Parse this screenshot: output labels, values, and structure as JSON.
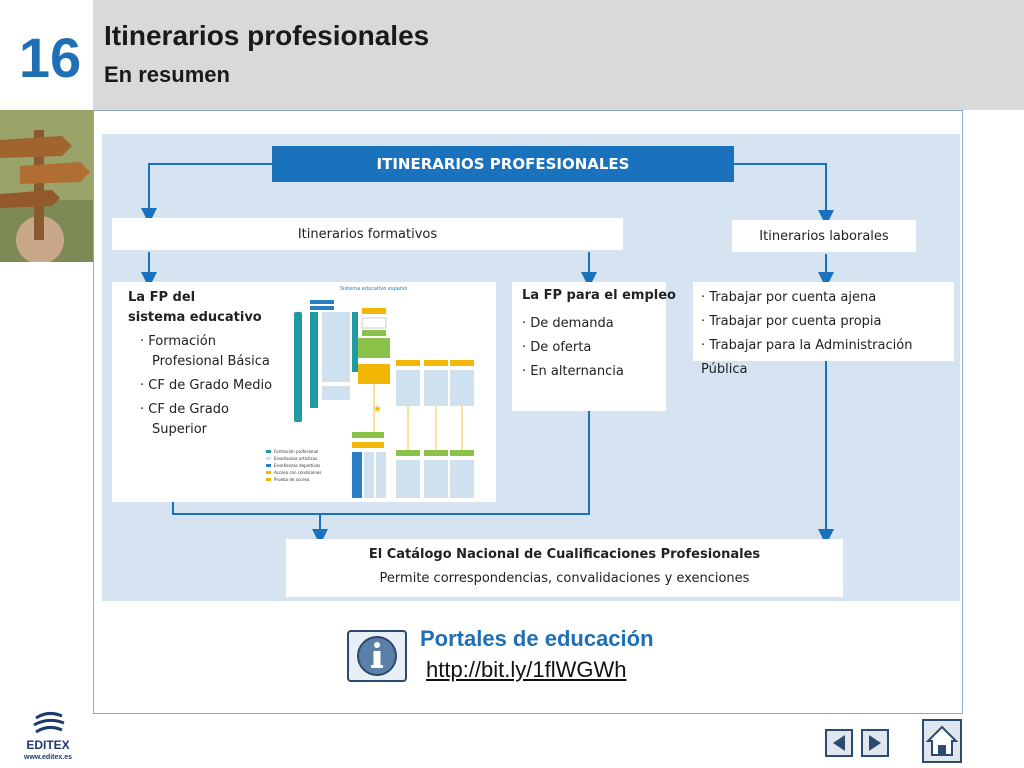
{
  "header": {
    "slide_number": "16",
    "title": "Itinerarios profesionales",
    "subtitle": "En resumen"
  },
  "diagram": {
    "banner": "ITINERARIOS PROFESIONALES",
    "formativos": "Itinerarios formativos",
    "laborales": "Itinerarios laborales",
    "fp_sistema": {
      "title_line1": "La FP del",
      "title_line2": "sistema educativo",
      "items": [
        "· Formación",
        "Profesional Básica",
        "· CF de Grado Medio",
        "· CF de Grado",
        "Superior"
      ]
    },
    "mini_chart": {
      "title": "Sistema educativo español",
      "legend": [
        "Formación profesional",
        "Enseñanzas artísticas",
        "Enseñanzas deportivas",
        "Acceso con condiciones",
        "Prueba de acceso"
      ]
    },
    "fp_empleo": {
      "title": "La FP para el empleo",
      "items": [
        "· De demanda",
        "· De oferta",
        "· En alternancia"
      ]
    },
    "laborales_items": [
      "· Trabajar por cuenta ajena",
      "· Trabajar por cuenta propia",
      "· Trabajar para la Administración Pública"
    ],
    "catalogo": {
      "title": "El Catálogo Nacional de Cualificaciones Profesionales",
      "text": "Permite correspondencias, convalidaciones y exenciones"
    }
  },
  "portal": {
    "title": "Portales de educación",
    "link": "http://bit.ly/1flWGWh"
  },
  "footer": {
    "brand": "EDITEX",
    "url": "www.editex.es"
  },
  "colors": {
    "accent": "#1a72bd",
    "panel": "#d6e3f0",
    "header": "#d9d9d9"
  },
  "icons": [
    "info-icon",
    "prev-arrow-icon",
    "next-arrow-icon",
    "home-icon"
  ]
}
